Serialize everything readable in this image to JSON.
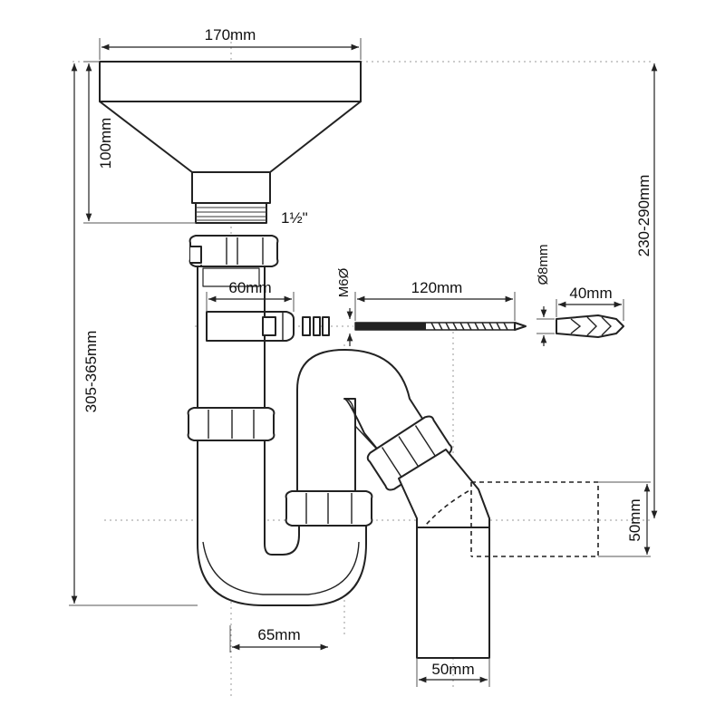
{
  "dimensions": {
    "funnel_width": "170mm",
    "funnel_height": "100mm",
    "thread_size": "1½\"",
    "inlet_length": "60mm",
    "bolt_thread": "M6Ø",
    "bolt_length": "120mm",
    "plug_diameter": "Ø8mm",
    "plug_length": "40mm",
    "total_height": "305-365mm",
    "right_height": "230-290mm",
    "outlet_height": "50mm",
    "trap_offset": "65mm",
    "outlet_diameter": "50mm"
  },
  "colors": {
    "line": "#222222",
    "background": "#ffffff"
  }
}
